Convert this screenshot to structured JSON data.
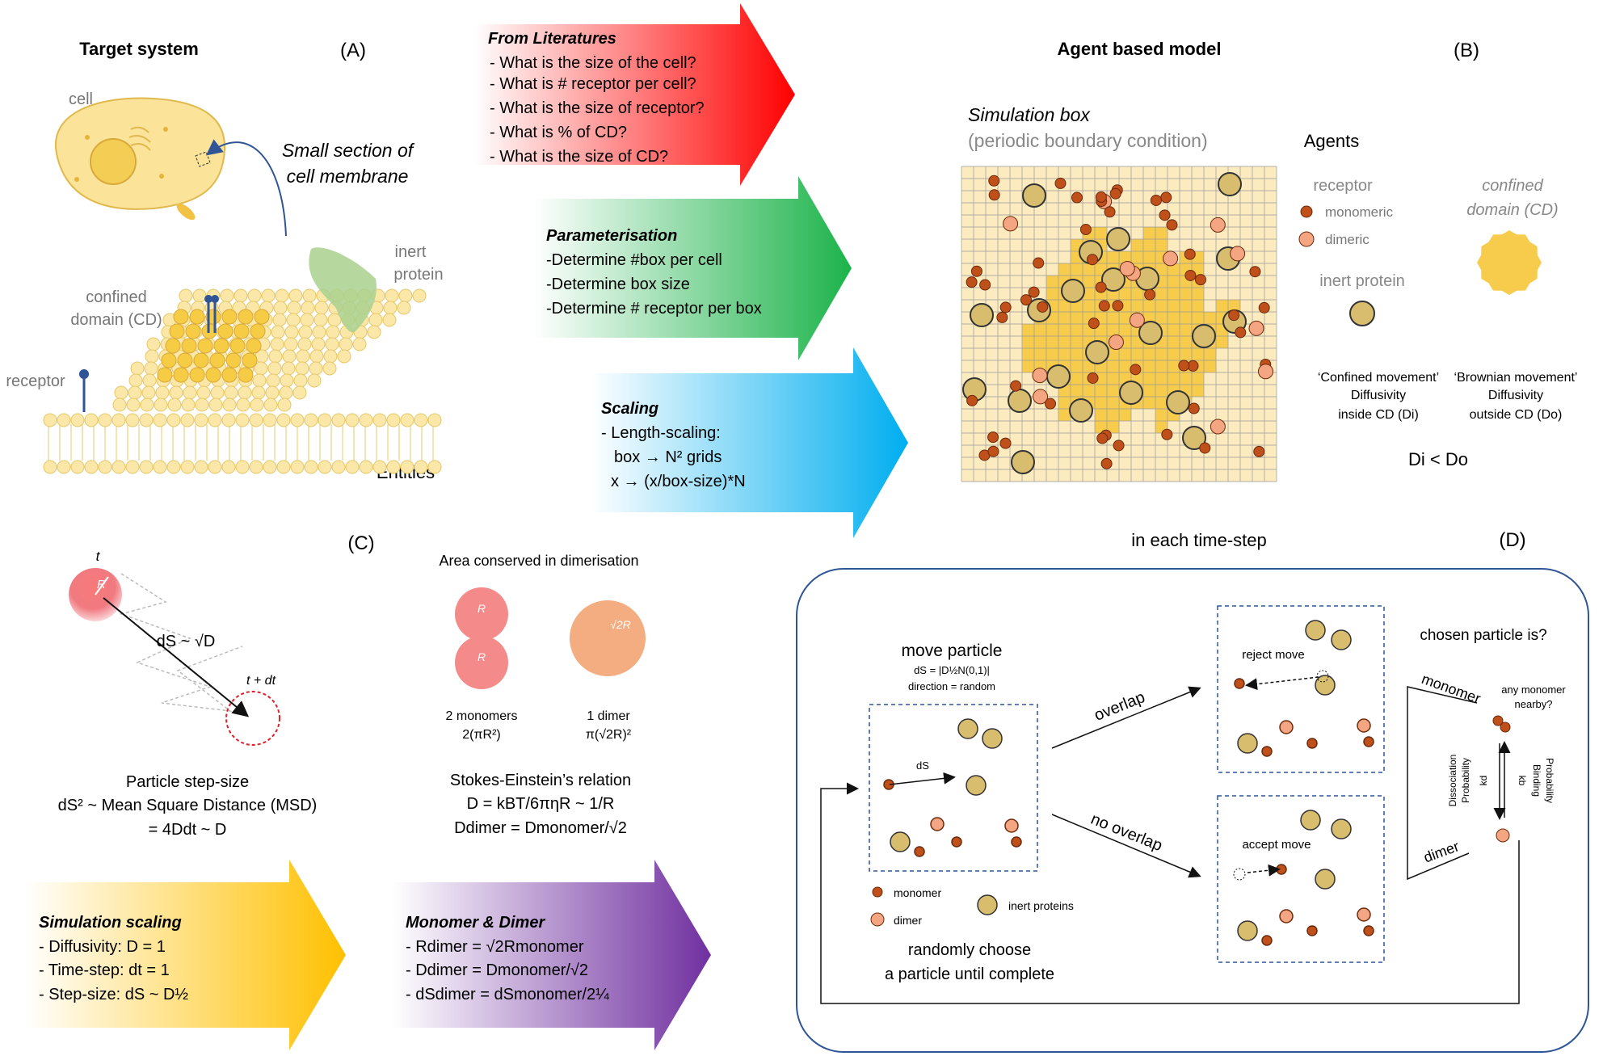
{
  "panelA": {
    "title": "Target system",
    "letter": "(A)",
    "cell_label": "cell",
    "section_label_1": "Small section of",
    "section_label_2": "cell membrane",
    "inert_label_1": "inert",
    "inert_label_2": "protein",
    "cd_label_1": "confined",
    "cd_label_2": "domain (CD)",
    "receptor_label": "receptor",
    "entities_label": "Entities"
  },
  "arrows": {
    "literature": {
      "title": "From Literatures",
      "items": [
        "- What is the size of the cell?",
        "- What is # receptor per cell?",
        "- What is the size of receptor?",
        "- What is % of CD?",
        "- What is the size of CD?"
      ],
      "color_start": "#ffffff",
      "color_end": "#ff0000"
    },
    "parameterisation": {
      "title": "Parameterisation",
      "items": [
        "-Determine #box per cell",
        "-Determine box size",
        "-Determine # receptor per box"
      ],
      "color_start": "#ffffff",
      "color_end": "#1cb34a"
    },
    "scaling": {
      "title": "Scaling",
      "items": [
        "- Length-scaling:",
        "box → N² grids",
        "x → (x/box-size)*N"
      ],
      "color_start": "#ffffff",
      "color_end": "#00aeef"
    },
    "simulation_scaling": {
      "title": "Simulation scaling",
      "items": [
        "- Diffusivity: D = 1",
        "- Time-step: dt = 1",
        "- Step-size: dS ~ D½"
      ],
      "color_start": "#ffffff",
      "color_end": "#ffc000"
    },
    "monomer_dimer": {
      "title": "Monomer & Dimer",
      "items": [
        "- Rdimer = √2Rmonomer",
        "- Ddimer = Dmonomer/√2",
        "- dSdimer = dSmonomer/2¼"
      ],
      "color_start": "#ffffff",
      "color_end": "#7030a0"
    }
  },
  "panelB": {
    "title": "Agent based model",
    "letter": "(B)",
    "sim_box_1": "Simulation box",
    "sim_box_2": "(periodic boundary condition)",
    "agents_label": "Agents",
    "receptor_label": "receptor",
    "monomeric_label": "monomeric",
    "dimeric_label": "dimeric",
    "inert_label": "inert protein",
    "cd_label_1": "confined",
    "cd_label_2": "domain (CD)",
    "confined_1": "‘Confined movement’",
    "confined_2": "Diffusivity",
    "confined_3": "inside CD (Di)",
    "brownian_1": "‘Brownian movement’",
    "brownian_2": "Diffusivity",
    "brownian_3": "outside CD (Do)",
    "relation": "Di < Do"
  },
  "panelC": {
    "letter": "(C)",
    "t_label": "t",
    "t_dt_label": "t + dt",
    "r_label": "R",
    "ds_label": "dS ~ √D",
    "step_1": "Particle step-size",
    "step_2": "dS² ~ Mean Square Distance (MSD)",
    "step_3": "= 4Ddt ~ D",
    "area_title": "Area conserved in dimerisation",
    "mono_1": "2 monomers",
    "mono_2": "2(πR²)",
    "dimer_1": "1 dimer",
    "dimer_2": "π(√2R)²",
    "dimer_r": "√2R",
    "stokes_1": "Stokes-Einstein’s relation",
    "stokes_2": "D = kBT/6πηR ~ 1/R",
    "stokes_3": "Ddimer = Dmonomer/√2"
  },
  "panelD": {
    "header": "in each time-step",
    "letter": "(D)",
    "move_title": "move particle",
    "move_sub_1": "dS = |D½N(0,1)|",
    "move_sub_2": "direction = random",
    "ds_label": "dS",
    "monomer_legend": "monomer",
    "dimer_legend": "dimer",
    "inert_legend": "inert proteins",
    "loop_1": "randomly choose",
    "loop_2": "a particle until complete",
    "overlap": "overlap",
    "no_overlap": "no overlap",
    "reject": "reject move",
    "accept": "accept move",
    "chosen": "chosen particle is?",
    "monomer_branch": "monomer",
    "dimer_branch": "dimer",
    "any_monomer_1": "any monomer",
    "any_monomer_2": "nearby?",
    "dissociation_1": "Dissociation",
    "dissociation_2": "Probability",
    "binding_1": "Binding",
    "binding_2": "Probability",
    "kd": "kd",
    "kb": "kb"
  },
  "colors": {
    "membrane": "#fbe7a8",
    "membrane_edge": "#e7c86a",
    "cd_fill": "#f6cc45",
    "cd_area": "#f7cc4c",
    "monomer": "#c0501a",
    "dimer": "#f4a582",
    "inert": "#d8bd6f",
    "grid_bg": "#fcebbf",
    "panel_border": "#2f5597",
    "cell": "#fbe39a"
  }
}
